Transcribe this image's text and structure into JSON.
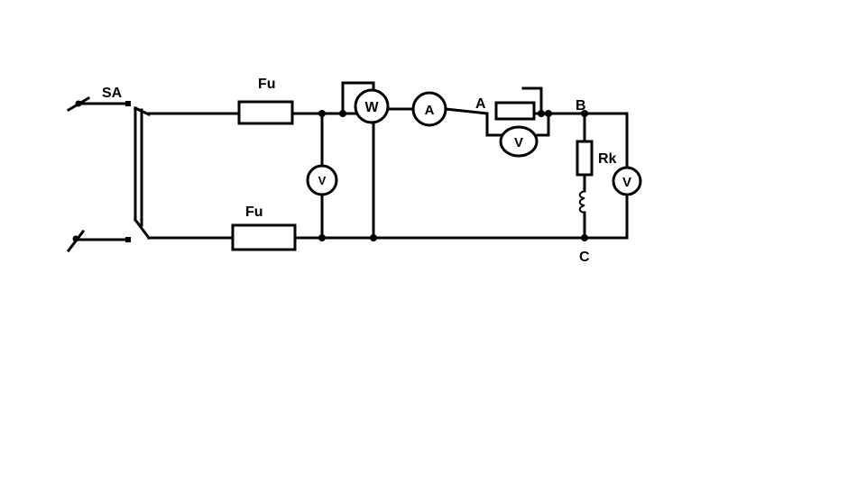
{
  "labels": {
    "switch": "SA",
    "fuse_top": "Fu",
    "fuse_bottom": "Fu",
    "wattmeter": "W",
    "ammeter": "A",
    "voltmeter_supply": "V",
    "voltmeter_rheostat": "V",
    "voltmeter_load": "V",
    "node_a": "A",
    "node_b": "B",
    "node_c": "C",
    "load_resistor": "Rk"
  },
  "colors": {
    "stroke": "#000000",
    "background": "#ffffff"
  }
}
